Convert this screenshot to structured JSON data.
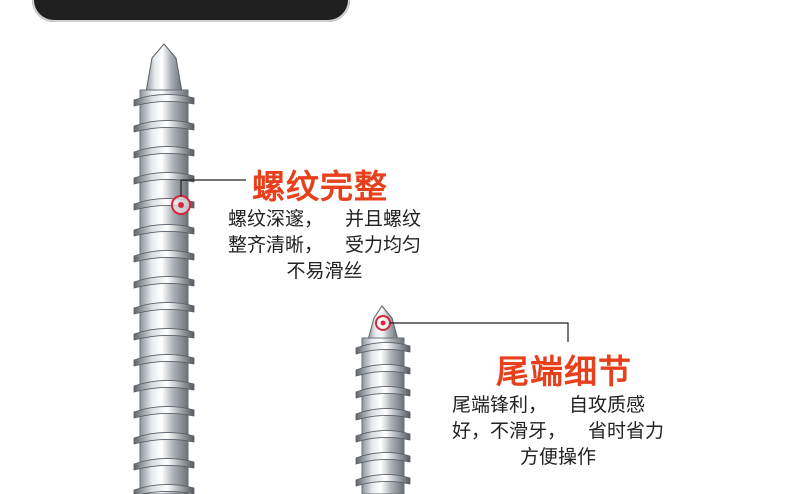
{
  "banner": {
    "text": ""
  },
  "callouts": [
    {
      "title": "螺纹完整",
      "lines": [
        "螺纹深邃，",
        "并且螺纹",
        "整齐清晰，",
        "受力均匀",
        "不易滑丝"
      ]
    },
    {
      "title": "尾端细节",
      "lines": [
        "尾端锋利，",
        "自攻质感",
        "好，不滑牙，",
        "省时省力",
        "方便操作"
      ]
    }
  ],
  "colors": {
    "accent": "#e8401c",
    "marker": "#d8263a",
    "text": "#222222",
    "banner": "#1f1f1f"
  },
  "icons": [
    "target-marker-icon",
    "target-marker-icon"
  ]
}
